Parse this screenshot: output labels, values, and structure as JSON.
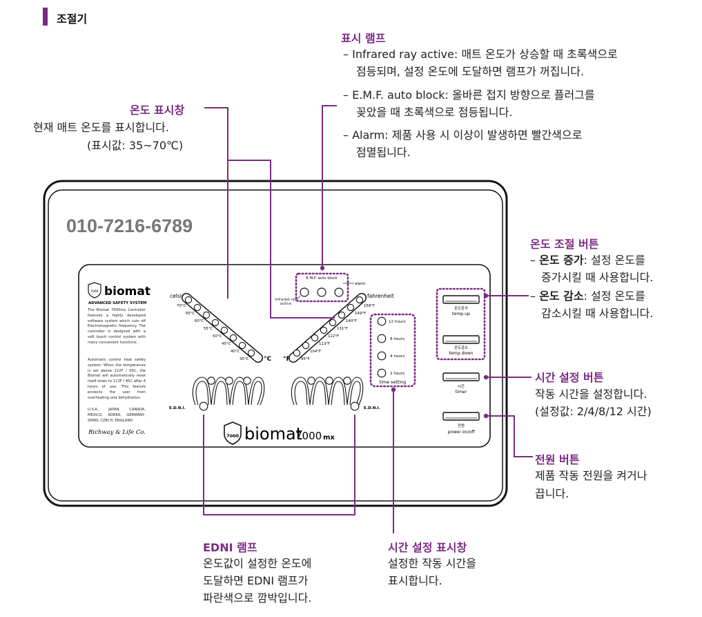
{
  "section": {
    "title": "조절기"
  },
  "indicator_lamps": {
    "heading": "표시 램프",
    "items": [
      {
        "label": "Infrared ray active",
        "desc_1": ": 매트 온도가 상승할 때 초록색으로",
        "desc_2": "점등되며, 설정 온도에 도달하면 램프가 꺼집니다."
      },
      {
        "label": "E.M.F. auto block",
        "desc_1": ": 올바른 접지 방향으로 플러그를",
        "desc_2": "꽂았을 때 초록색으로 점등됩니다."
      },
      {
        "label": "Alarm",
        "desc_1": ": 제품 사용 시 이상이 발생하면 빨간색으로",
        "desc_2": "점멸됩니다."
      }
    ]
  },
  "temp_display": {
    "heading": "온도 표시창",
    "line1": "현재 매트 온도를 표시합니다.",
    "line2": "(표시값: 35~70℃)"
  },
  "temp_buttons": {
    "heading": "온도 조절 버튼",
    "up_label": "온도 증가",
    "up_desc_1": ": 설정 온도를",
    "up_desc_2": "증가시킬 때 사용합니다.",
    "down_label": "온도 감소",
    "down_desc_1": ": 설정 온도를",
    "down_desc_2": "감소시킬 때 사용합니다."
  },
  "timer_button": {
    "heading": "시간 설정 버튼",
    "line1": "작동 시간을 설정합니다.",
    "line2": "(설정값: 2/4/8/12 시간)"
  },
  "power_button": {
    "heading": "전원 버튼",
    "line1": "제품 작동 전원을 켜거나",
    "line2": "끕니다."
  },
  "edni_lamp": {
    "heading": "EDNI 램프",
    "line1": "온도값이 설정한 온도에",
    "line2": "도달하면 EDNI 램프가",
    "line3": "파란색으로 깜박입니다."
  },
  "time_display": {
    "heading": "시간 설정 표시창",
    "line1": "설정한 작동 시간을",
    "line2": "표시합니다."
  },
  "device": {
    "phone": "010-7216-6789",
    "brand": "biomat",
    "badge": "7000",
    "model": "7000",
    "model_suffix": "mx",
    "subtitle": "ADVANCED SAFETY SYSTEM",
    "para1": "The Biomat 7000mx Controller features a highly developed software system which cuts off Electromagnetic frequency. The controller is designed with a soft touch control system with many convenient functions.",
    "para2": "Automatic control heat safety system: When the temperature is set above 122F / 50C, the Biomat will automatically reset itself down to 113F / 45C after 4 hours of use. This feature protects the user from overheating and dehydration.",
    "countries": "U.S.A., JAPAN, CANADA, MEXICO, KOREA, GERMANY, SPAIN, CZECH, ENGLAND",
    "company": "Richway & Life Co.",
    "celsius_label": "celsius",
    "celsius_unit": "°C",
    "celsius_ticks": [
      "70°C",
      "65°C",
      "60°C",
      "55°C",
      "50°C",
      "45°C",
      "40°C",
      "35°C"
    ],
    "fahrenheit_label": "fahrenheit",
    "fahrenheit_unit": "°F",
    "fahrenheit_ticks": [
      "158°F",
      "149°F",
      "140°F",
      "131°F",
      "122°F",
      "113°F",
      "104°F",
      "95°F"
    ],
    "emf_label": "E.M.F. auto block",
    "alarm_label": "alarm",
    "infrared_label": "Infrared ray active",
    "edni_left": "E.D.N.I.",
    "edni_right": "E.D.N.I.",
    "hours": [
      "12 hours",
      "8 hours",
      "4 hours",
      "2 hours"
    ],
    "time_setting": "time setting",
    "btn_up_kr": "온도증가",
    "btn_up_en": "temp.up",
    "btn_down_kr": "온도감소",
    "btn_down_en": "temp.down",
    "btn_timer_kr": "시간",
    "btn_timer_en": "timer",
    "btn_power_kr": "전원",
    "btn_power_en": "power on/off"
  }
}
